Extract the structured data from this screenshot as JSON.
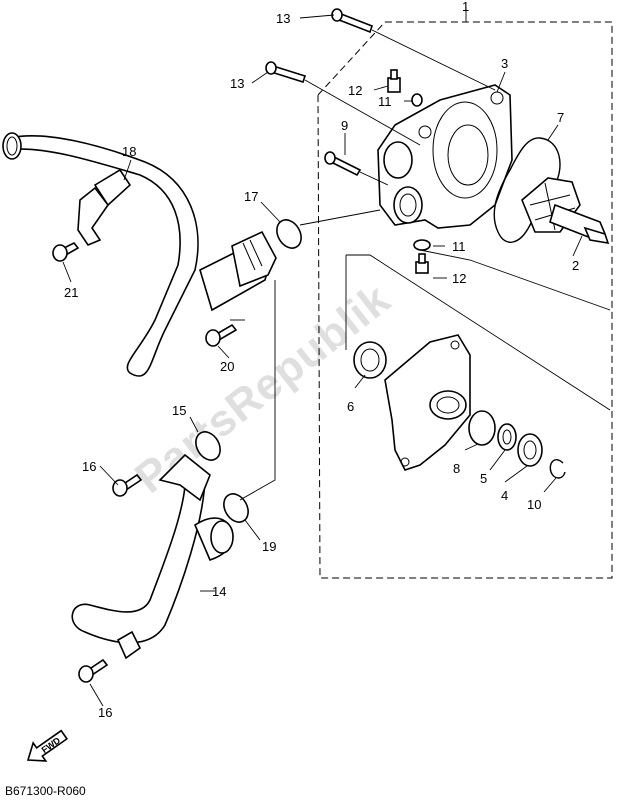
{
  "diagram": {
    "reference_code": "B671300-R060",
    "fwd_label": "FWD",
    "watermark": "PartsRepublik",
    "callouts": {
      "c1": "1",
      "c2": "2",
      "c3": "3",
      "c4": "4",
      "c5": "5",
      "c6": "6",
      "c7": "7",
      "c8": "8",
      "c9": "9",
      "c10": "10",
      "c11a": "11",
      "c11b": "11",
      "c12a": "12",
      "c12b": "12",
      "c13a": "13",
      "c13b": "13",
      "c14": "14",
      "c15": "15",
      "c16a": "16",
      "c16b": "16",
      "c17": "17",
      "c18": "18",
      "c19": "19",
      "c20": "20",
      "c21": "21"
    }
  }
}
